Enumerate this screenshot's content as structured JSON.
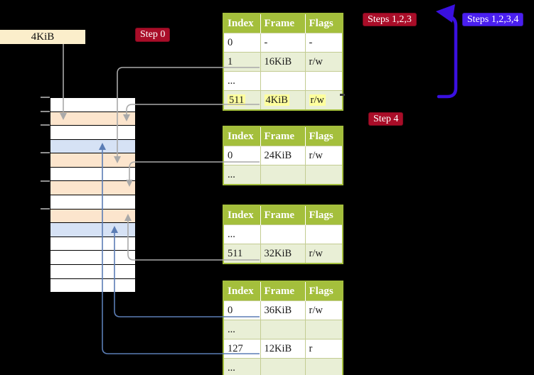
{
  "colors": {
    "background": "#000000",
    "table_header_green": "#a4bf3c",
    "table_shaded_row": "#e9efd6",
    "highlight_yellow": "#feff9e",
    "frame_peach": "#fce5cd",
    "frame_blue": "#d6e2f5",
    "frame_label_cream": "#fbeecb",
    "step_badge_red": "#a90d28",
    "step_badge_violet": "#4a1ff0",
    "arrow_gray": "#a9a9a9",
    "arrow_steel_blue": "#5b7db5",
    "arrow_violet": "#3a10e0"
  },
  "frame_label": {
    "text": "4KiB"
  },
  "badges": {
    "step0": "Step 0",
    "steps123": "Steps 1,2,3",
    "steps1234": "Steps 1,2,3,4",
    "step4": "Step 4"
  },
  "memory_stack": {
    "rows": [
      "white",
      "peach",
      "white",
      "blue",
      "peach",
      "white",
      "peach",
      "white",
      "peach",
      "blue",
      "white",
      "white",
      "white",
      "white"
    ],
    "tick_count": 6
  },
  "page_tables": [
    {
      "headers": [
        "Index",
        "Frame",
        "Flags"
      ],
      "rows": [
        {
          "cells": [
            "0",
            "-",
            "-"
          ],
          "shaded": false,
          "highlighted": false
        },
        {
          "cells": [
            "1",
            "16KiB",
            "r/w"
          ],
          "shaded": true,
          "highlighted": false
        },
        {
          "cells": [
            "...",
            "",
            ""
          ],
          "shaded": false,
          "highlighted": false
        },
        {
          "cells": [
            "511",
            "4KiB",
            "r/w"
          ],
          "shaded": true,
          "highlighted": true
        }
      ]
    },
    {
      "headers": [
        "Index",
        "Frame",
        "Flags"
      ],
      "rows": [
        {
          "cells": [
            "0",
            "24KiB",
            "r/w"
          ],
          "shaded": false,
          "highlighted": false
        },
        {
          "cells": [
            "...",
            "",
            ""
          ],
          "shaded": true,
          "highlighted": false
        }
      ]
    },
    {
      "headers": [
        "Index",
        "Frame",
        "Flags"
      ],
      "rows": [
        {
          "cells": [
            "...",
            "",
            ""
          ],
          "shaded": false,
          "highlighted": false
        },
        {
          "cells": [
            "511",
            "32KiB",
            "r/w"
          ],
          "shaded": true,
          "highlighted": false
        }
      ]
    },
    {
      "headers": [
        "Index",
        "Frame",
        "Flags"
      ],
      "rows": [
        {
          "cells": [
            "0",
            "36KiB",
            "r/w"
          ],
          "shaded": false,
          "highlighted": false
        },
        {
          "cells": [
            "...",
            "",
            ""
          ],
          "shaded": true,
          "highlighted": false
        },
        {
          "cells": [
            "127",
            "12KiB",
            "r"
          ],
          "shaded": false,
          "highlighted": false
        },
        {
          "cells": [
            "...",
            "",
            ""
          ],
          "shaded": true,
          "highlighted": false
        }
      ]
    }
  ]
}
